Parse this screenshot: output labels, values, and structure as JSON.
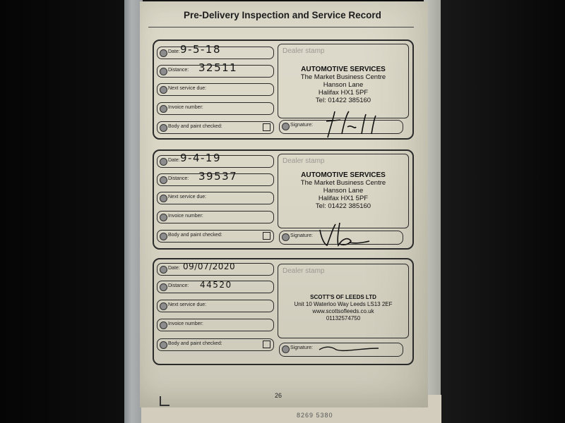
{
  "title": "Pre-Delivery Inspection and Service Record",
  "page_number": "26",
  "labels": {
    "date": "Date:",
    "distance": "Distance:",
    "next_service": "Next service due:",
    "invoice": "Invoice number:",
    "body_paint": "Body and paint checked:",
    "signature": "Signature:",
    "dealer_stamp": "Dealer stamp"
  },
  "records": [
    {
      "date": "9-5-18",
      "distance": "32511",
      "stamp": [
        "AUTOMOTIVE SERVICES",
        "The Market Business Centre",
        "Hanson Lane",
        "Halifax HX1 5PF",
        "Tel: 01422 385160"
      ]
    },
    {
      "date": "9-4-19",
      "distance": "39537",
      "stamp": [
        "AUTOMOTIVE SERVICES",
        "The Market Business Centre",
        "Hanson Lane",
        "Halifax HX1 5PF",
        "Tel: 01422 385160"
      ]
    },
    {
      "date": "09/07/2020",
      "distance": "44520",
      "stamp": [
        "SCOTT'S OF LEEDS LTD",
        "Unit 10 Waterloo Way Leeds LS13 2EF",
        "www.scottsofleeds.co.uk",
        "01132574750"
      ]
    }
  ],
  "lower_page_text": "8269 5380"
}
